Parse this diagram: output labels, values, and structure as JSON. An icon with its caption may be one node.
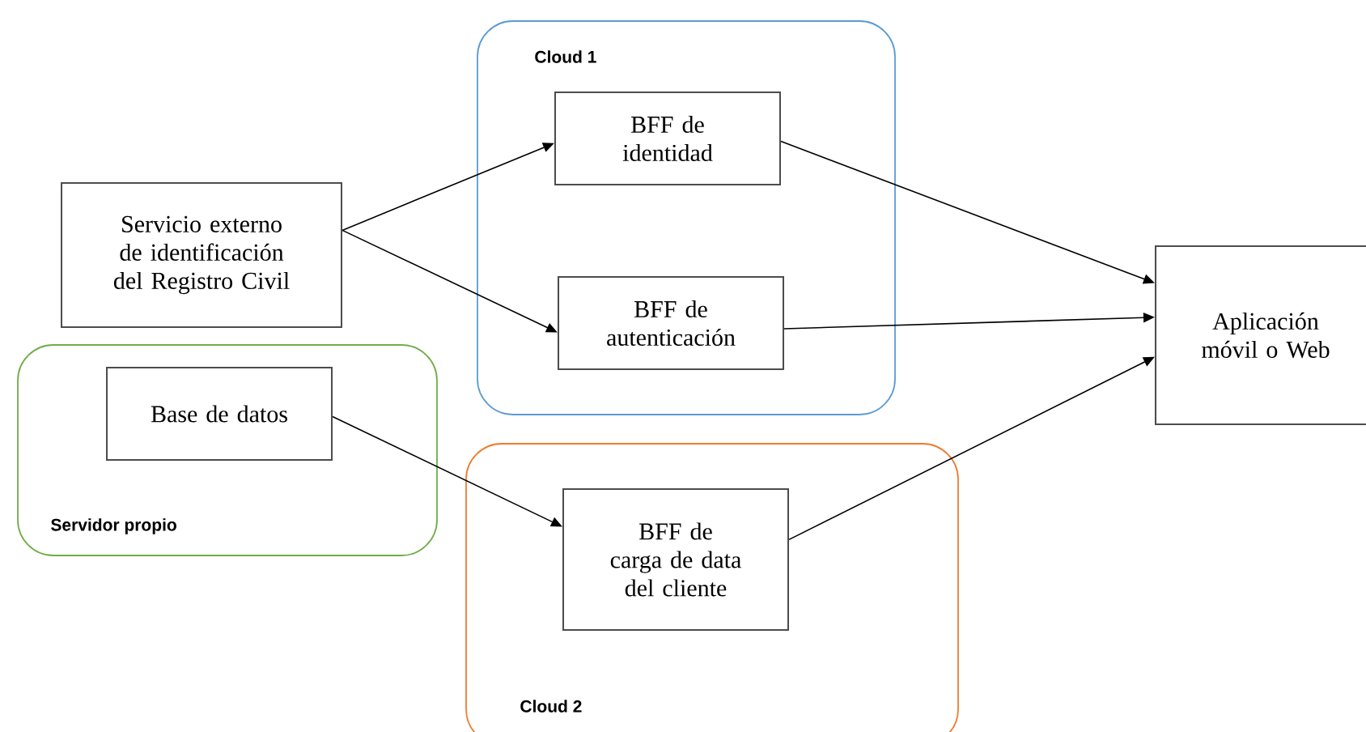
{
  "diagram": {
    "nodes": [
      {
        "text": [
          "Cloud 1"
        ]
      },
      {
        "text": [
          "BFF de identidad"
        ],
        "in": 0
      },
      {
        "text": [
          "BFF de autenticación"
        ],
        "in": 0
      },
      {
        "text": [
          "Servicio externo de identificación del Registro Civil"
        ]
      },
      {
        "text": [
          "Servidor propio"
        ]
      },
      {
        "text": [
          "Base de datos"
        ],
        "in": 4
      },
      {
        "text": [
          "Cloud 2"
        ]
      },
      {
        "text": [
          "BFF de carga de data del cliente"
        ],
        "in": 6
      },
      {
        "text": [
          "Aplicación móvil o Web"
        ]
      }
    ],
    "edges": [
      {
        "from": 3,
        "to": 1,
        "arrow": "to"
      },
      {
        "from": 3,
        "to": 2,
        "arrow": "to"
      },
      {
        "from": 5,
        "to": 7,
        "arrow": "to"
      },
      {
        "from": 1,
        "to": 8,
        "arrow": "to"
      },
      {
        "from": 2,
        "to": 8,
        "arrow": "to"
      },
      {
        "from": 7,
        "to": 8,
        "arrow": "to"
      }
    ]
  }
}
